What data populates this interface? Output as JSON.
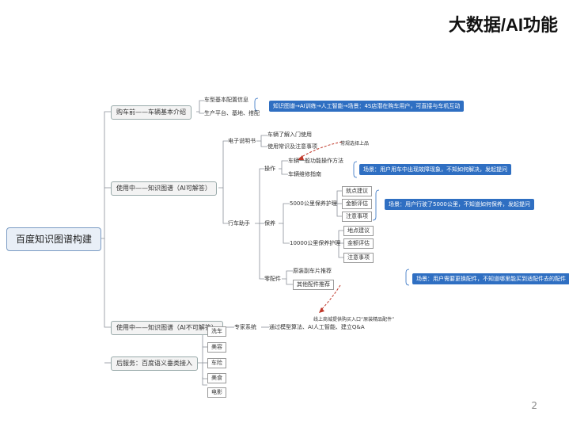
{
  "header": {
    "title": "大数据/AI功能",
    "page_number": "2"
  },
  "mindmap": {
    "root": "百度知识图谱构建",
    "branches": {
      "before": "购车前——车辆基本介绍",
      "using_ai": "使用中——知识图谱（AI可解答）",
      "using_no_ai": "使用中——知识图谱（AI不可解答）",
      "after": "后服务：百度语义垂类接入"
    },
    "before_items": [
      "车型基本配置信息",
      "生产平台、基地、搭配"
    ],
    "using_ai": {
      "manual": "电子说明书",
      "manual_items": [
        "车辆了解入门使用",
        "使用常识及注意事项"
      ],
      "assistant": "行车助手",
      "operate": "操作",
      "operate_items": [
        "车辆一般功能操作方法",
        "车辆维修指南"
      ],
      "maintain": "保养",
      "m5000": "5000公里保养护理",
      "m5000_items": [
        "就点建议",
        "金额评估",
        "注意事项"
      ],
      "m10000": "10000公里保养护理",
      "m10000_items": [
        "地点建议",
        "金额评估",
        "注意事项"
      ],
      "parts": "零配件",
      "parts_items": [
        "原装副车片推荐",
        "其他配件推荐"
      ]
    },
    "no_ai": {
      "expert": "专家系统",
      "expert_item": "通过模型算法、AI人工智能、建立Q&A"
    },
    "after_items": [
      "洗车",
      "美容",
      "车险",
      "美食",
      "电影"
    ],
    "callouts": {
      "c1": "知识图谱→AI训练→人工智能→场景：4S店潜在购车用户，可直接与车机互动",
      "c2": "场景：用户用车中出现故障现象，不知如何解决，发起提问",
      "c3": "场景：用户行驶了5000公里，不知道如何保养，发起提问",
      "c4": "场景：用户需要更换配件，不知道哪里能买到适配件去的配件"
    },
    "notes": {
      "n1": "常规选择上品",
      "n2": "线上商城提供购买入口“原装精品配件”"
    }
  },
  "colors": {
    "callout": "#2f6fc2",
    "arrow": "#c0392b",
    "line": "#8a9099"
  }
}
